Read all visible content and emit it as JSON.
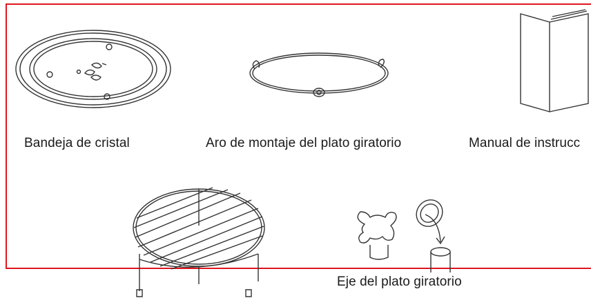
{
  "accent_color": "#e0141e",
  "items": [
    {
      "id": "glass-tray",
      "label": "Bandeja de cristal"
    },
    {
      "id": "roller-ring",
      "label": "Aro de montaje del plato giratorio"
    },
    {
      "id": "manual",
      "label": "Manual de instrucc"
    },
    {
      "id": "rack",
      "label": ""
    },
    {
      "id": "shaft",
      "label": "Eje del plato giratorio"
    }
  ]
}
